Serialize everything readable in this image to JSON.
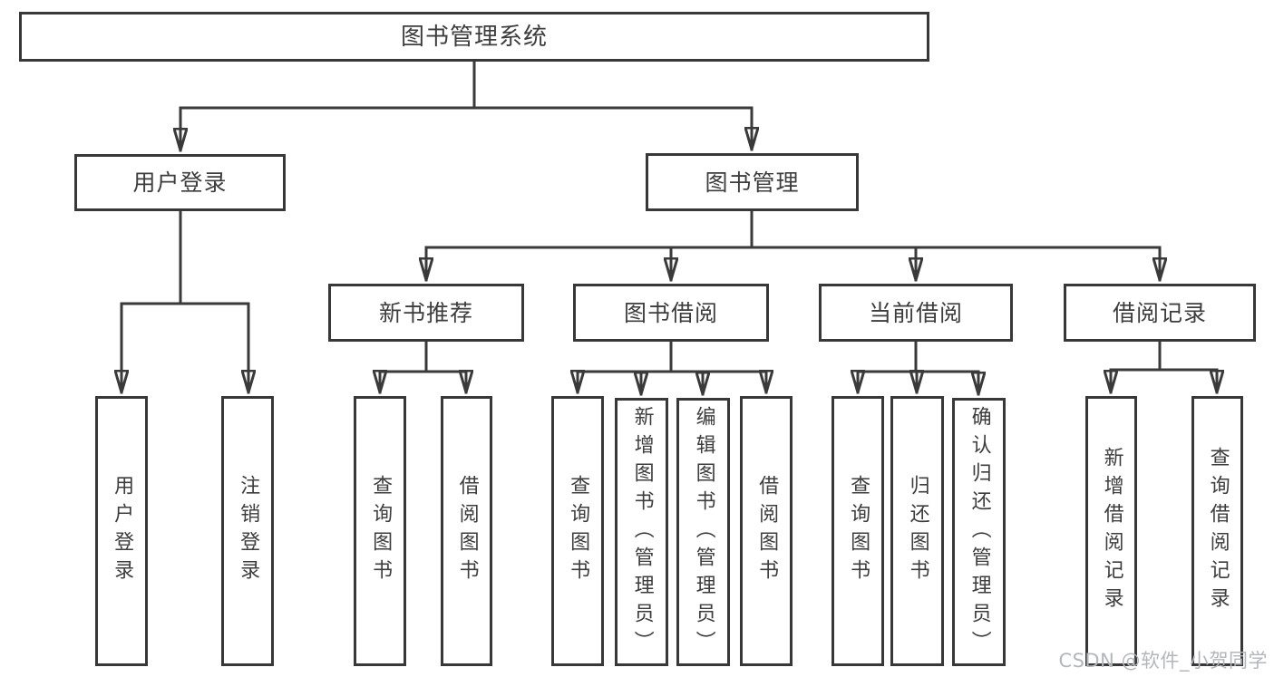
{
  "diagram": {
    "root": {
      "label": "图书管理系统"
    },
    "branches": [
      {
        "label": "用户登录",
        "children": [
          {
            "label": "用户登录"
          },
          {
            "label": "注销登录"
          }
        ]
      },
      {
        "label": "图书管理",
        "children": [
          {
            "label": "新书推荐",
            "children": [
              {
                "label": "查询图书"
              },
              {
                "label": "借阅图书"
              }
            ]
          },
          {
            "label": "图书借阅",
            "children": [
              {
                "label": "查询图书"
              },
              {
                "label": "新增图书（管理员）"
              },
              {
                "label": "编辑图书（管理员）"
              },
              {
                "label": "借阅图书"
              }
            ]
          },
          {
            "label": "当前借阅",
            "children": [
              {
                "label": "查询图书"
              },
              {
                "label": "归还图书"
              },
              {
                "label": "确认归还（管理员）"
              }
            ]
          },
          {
            "label": "借阅记录",
            "children": [
              {
                "label": "新增借阅记录"
              },
              {
                "label": "查询借阅记录"
              }
            ]
          }
        ]
      }
    ],
    "watermark": "CSDN @软件_小贺同学",
    "colors": {
      "line": "#3a3a3a",
      "box_border": "#383838",
      "text": "#3d3d3d",
      "watermark": "#b3b7bb",
      "background": "#ffffff"
    }
  }
}
